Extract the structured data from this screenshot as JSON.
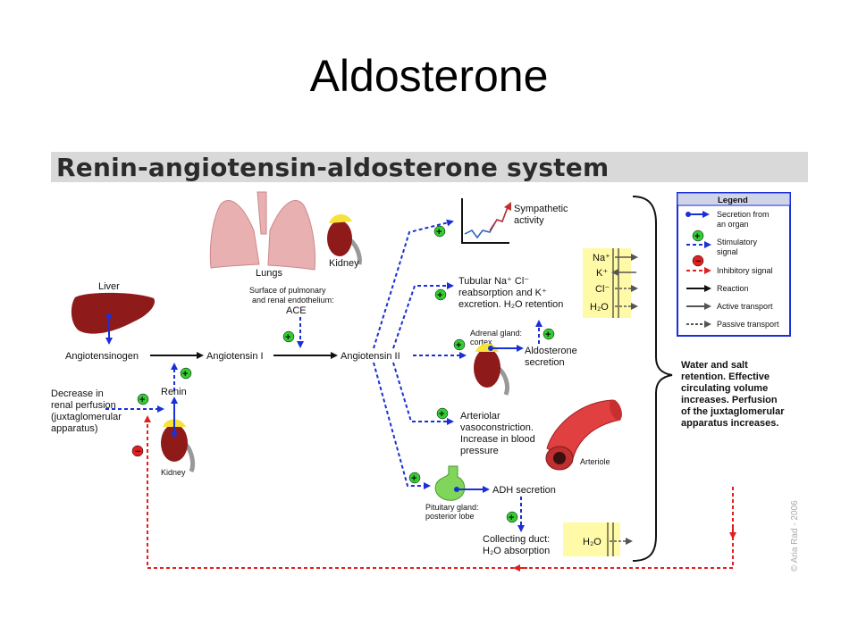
{
  "slide_title": "Aldosterone",
  "diagram_title": "Renin-angiotensin-aldosterone system",
  "labels": {
    "lungs": "Lungs",
    "kidney_top": "Kidney",
    "surface_line1": "Surface of pulmonary",
    "surface_line2": "and renal endothelium:",
    "ace": "ACE",
    "liver": "Liver",
    "angiotensinogen": "Angiotensinogen",
    "angiotensin1": "Angiotensin I",
    "angiotensin2": "Angiotensin II",
    "renin": "Renin",
    "decrease_line1": "Decrease in",
    "decrease_line2": "renal perfusion",
    "decrease_line3": "(juxtaglomerular",
    "decrease_line4": "apparatus)",
    "kidney_bottom": "Kidney",
    "sympathetic_line1": "Sympathetic",
    "sympathetic_line2": "activity",
    "tubular_line1": "Tubular Na⁺ Cl⁻",
    "tubular_line2": "reabsorption and K⁺",
    "tubular_line3": "excretion. H₂O retention",
    "adrenal_line1": "Adrenal gland:",
    "adrenal_line2": "cortex",
    "aldosterone_line1": "Aldosterone",
    "aldosterone_line2": "secretion",
    "arteriolar_line1": "Arteriolar",
    "arteriolar_line2": "vasoconstriction.",
    "arteriolar_line3": "Increase in blood",
    "arteriolar_line4": "pressure",
    "arteriole": "Arteriole",
    "pituitary_line1": "Pituitary gland:",
    "pituitary_line2": "posterior lobe",
    "adh": "ADH secretion",
    "collecting_line1": "Collecting duct:",
    "collecting_line2": "H₂O absorption",
    "water_line1": "Water and salt",
    "water_line2": "retention. Effective",
    "water_line3": "circulating volume",
    "water_line4": "increases. Perfusion",
    "water_line5": "of the juxtaglomerular",
    "water_line6": "apparatus increases.",
    "ion_na": "Na⁺",
    "ion_k": "K⁺",
    "ion_cl": "Cl⁻",
    "ion_h2o": "H₂O",
    "ion_h2o_2": "H₂O"
  },
  "legend": {
    "title": "Legend",
    "secretion_line1": "Secretion from",
    "secretion_line2": "an organ",
    "stimulatory_line1": "Stimulatory",
    "stimulatory_line2": "signal",
    "inhibitory": "Inhibitory signal",
    "reaction": "Reaction",
    "active": "Active transport",
    "passive": "Passive transport"
  },
  "copyright": "© Aria Rad - 2006",
  "colors": {
    "blue": "#1a2fd6",
    "red": "#e02020",
    "green": "#33cc33",
    "organ_red": "#8e1a1a",
    "lung_pink": "#e8b0b0",
    "yellow_panel": "#fffaa8"
  }
}
